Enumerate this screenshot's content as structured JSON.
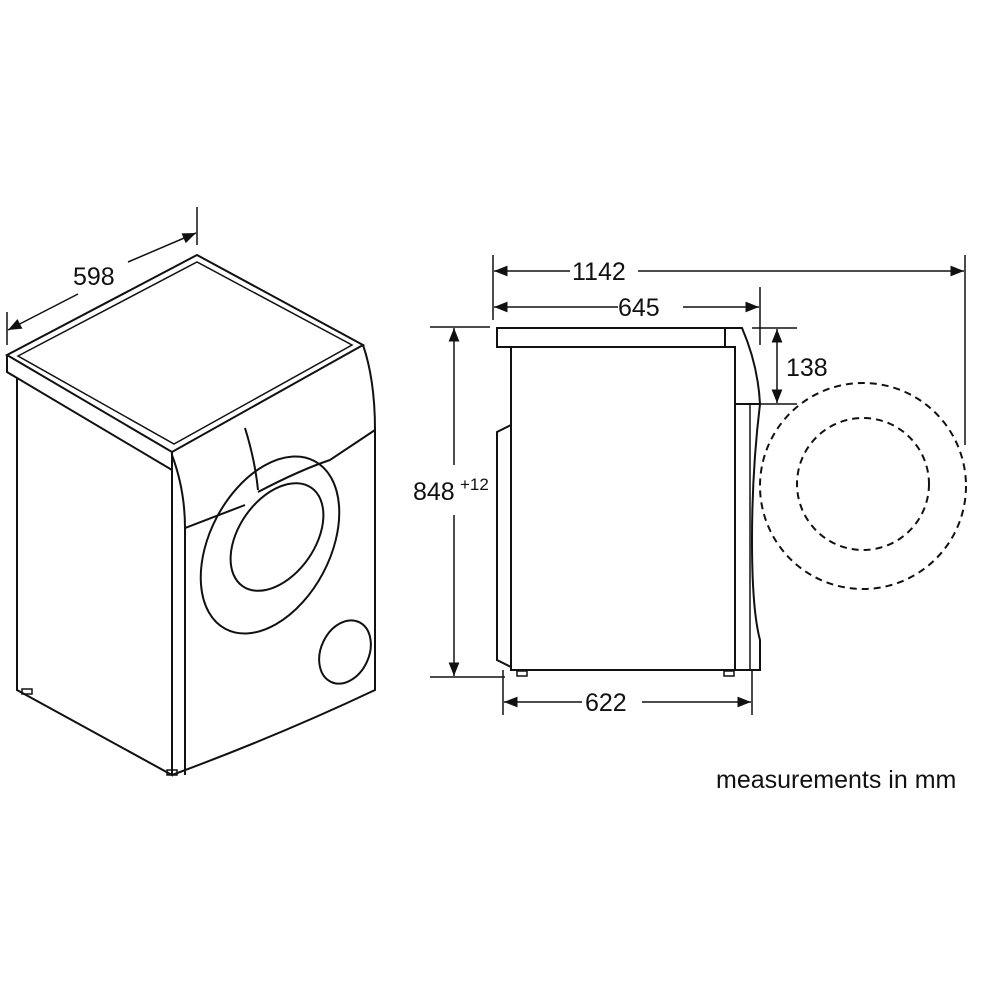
{
  "diagram": {
    "iso_view": {
      "width_label": "598"
    },
    "side_view": {
      "overall_depth_door_open": "1142",
      "depth": "645",
      "body_depth": "622",
      "panel_height": "138",
      "height": "848",
      "height_tolerance": "+12"
    },
    "note": "measurements in mm",
    "line_color": "#111111"
  }
}
